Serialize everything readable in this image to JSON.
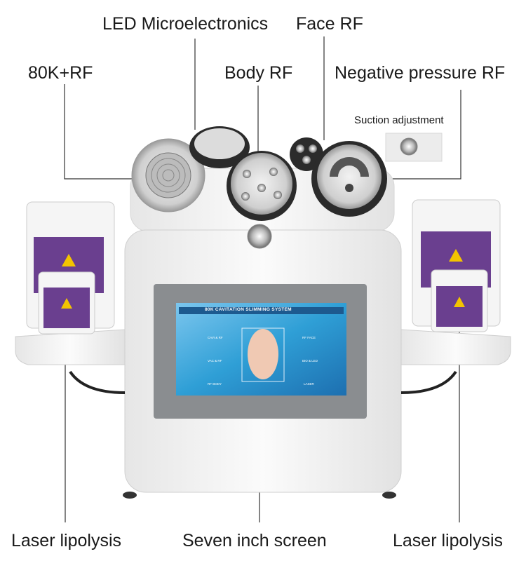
{
  "callouts": {
    "led": "LED Microelectronics",
    "face_rf": "Face RF",
    "cavitation": "80K+RF",
    "body_rf": "Body RF",
    "negative_pressure": "Negative pressure RF",
    "suction": "Suction adjustment",
    "laser_left": "Laser lipolysis",
    "screen": "Seven inch screen",
    "laser_right": "Laser lipolysis"
  },
  "screen_ui": {
    "title": "80K CAVITATION SLIMMING SYSTEM",
    "buttons": [
      "CAVI & RF",
      "VAC & RF",
      "RF BODY",
      "RF FACE",
      "BIO & LED",
      "LASER"
    ]
  },
  "colors": {
    "device_body": "#f4f4f4",
    "laser_pad": "#6a3f8f",
    "screen_bezel": "#8a8d90",
    "screen_bg": "#2f9fd6"
  }
}
